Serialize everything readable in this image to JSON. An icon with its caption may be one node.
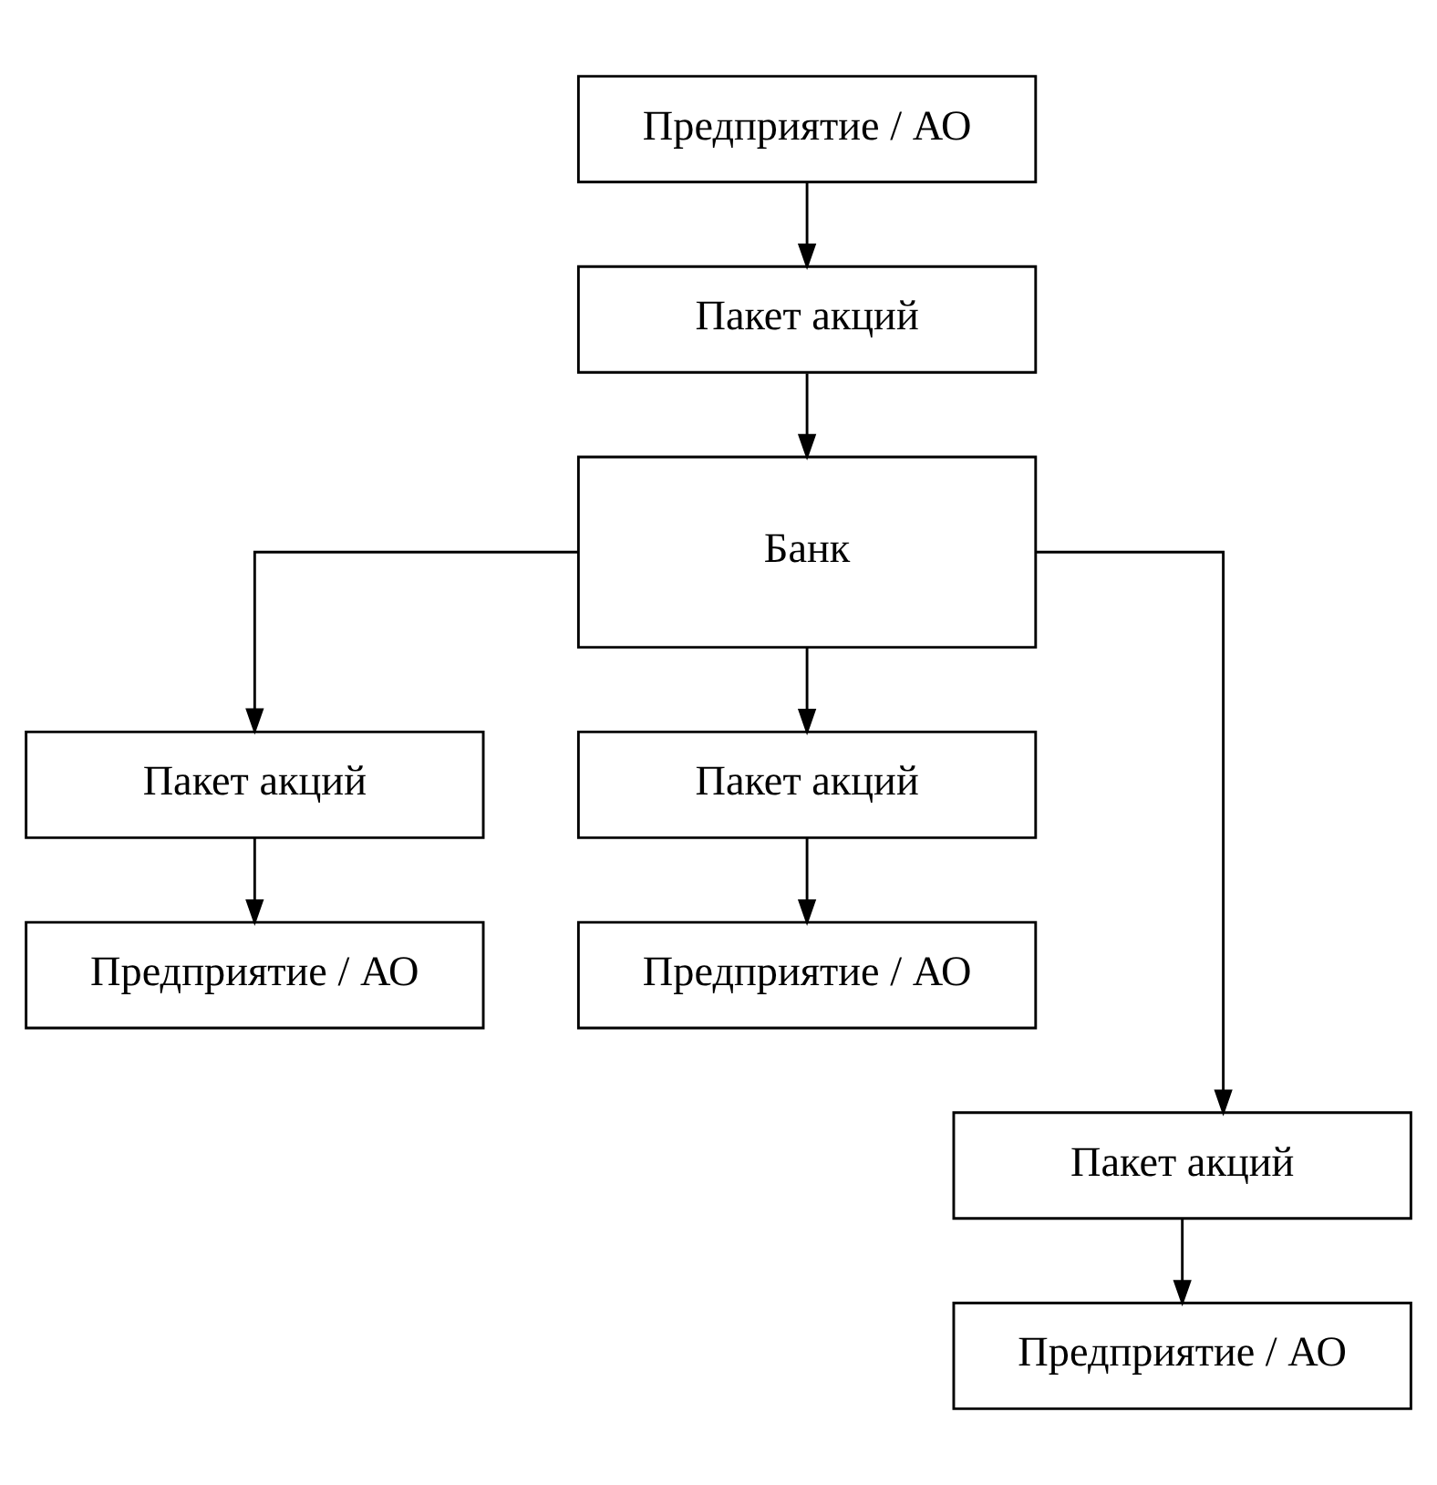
{
  "diagram": {
    "nodes": [
      {
        "text": [
          "Предприятие / АО"
        ]
      },
      {
        "text": [
          "Пакет акций"
        ]
      },
      {
        "text": [
          "Банк"
        ]
      },
      {
        "text": [
          "Пакет акций"
        ]
      },
      {
        "text": [
          "Пакет акций"
        ]
      },
      {
        "text": [
          "Предприятие / АО"
        ]
      },
      {
        "text": [
          "Предприятие / АО"
        ]
      },
      {
        "text": [
          "Пакет акций"
        ]
      },
      {
        "text": [
          "Предприятие / АО"
        ]
      }
    ],
    "edges": [
      {
        "from": 0,
        "to": 1,
        "arrow": "to"
      },
      {
        "from": 1,
        "to": 2,
        "arrow": "to"
      },
      {
        "from": 2,
        "to": 3,
        "arrow": "to"
      },
      {
        "from": 2,
        "to": 4,
        "arrow": "to"
      },
      {
        "from": 2,
        "to": 7,
        "arrow": "to"
      },
      {
        "from": 3,
        "to": 5,
        "arrow": "to"
      },
      {
        "from": 4,
        "to": 6,
        "arrow": "to"
      },
      {
        "from": 7,
        "to": 8,
        "arrow": "to"
      }
    ]
  }
}
